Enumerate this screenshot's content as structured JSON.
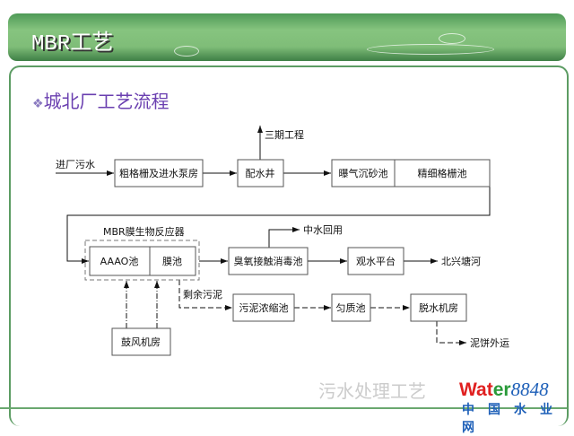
{
  "header": {
    "title": "MBR工艺"
  },
  "subtitle": {
    "bullet": "❖",
    "text": "城北厂工艺流程"
  },
  "diagram": {
    "inlet": "进厂污水",
    "n1": "粗格栅及进水泵房",
    "n2": "配水井",
    "phase3": "三期工程",
    "n3a": "曝气沉砂池",
    "n3b": "精细格栅池",
    "mbr_label": "MBR膜生物反应器",
    "aaao": "AAAO池",
    "membrane": "膜池",
    "ozone": "臭氧接触消毒池",
    "reuse": "中水回用",
    "platform": "观水平台",
    "river": "北兴塘河",
    "blower": "鼓风机房",
    "excess": "剩余污泥",
    "thicken": "污泥浓缩池",
    "homog": "匀质池",
    "dewater": "脱水机房",
    "cake": "泥饼外运"
  },
  "watermark": {
    "text": "污水处理工艺",
    "logo_a": "Wat",
    "logo_b": "er",
    "logo_c": "8848",
    "logo_sub": "中国水业网"
  }
}
